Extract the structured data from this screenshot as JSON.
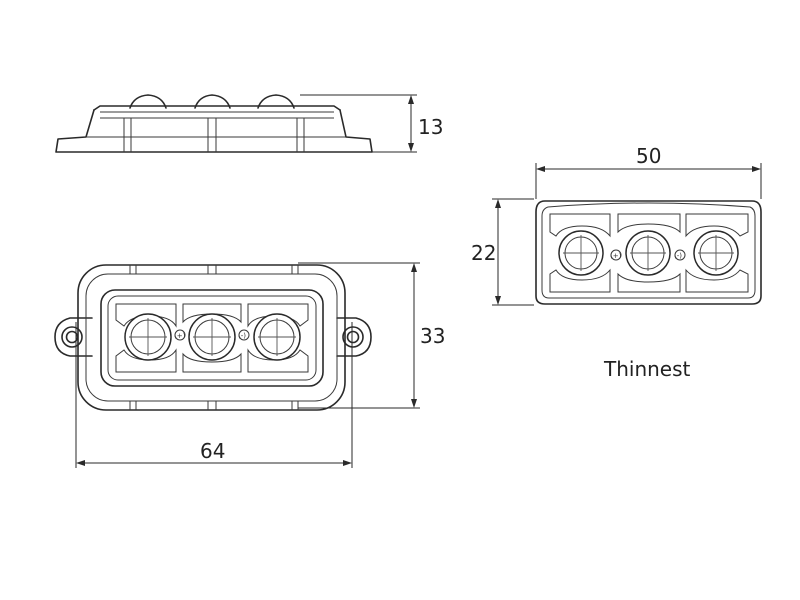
{
  "dimensions": {
    "side_height": "13",
    "front_height": "33",
    "front_width": "64",
    "thin_width": "50",
    "thin_height": "22"
  },
  "caption": "Thinnest",
  "pin_labels": {
    "left": "(+)",
    "right": "(-)"
  }
}
